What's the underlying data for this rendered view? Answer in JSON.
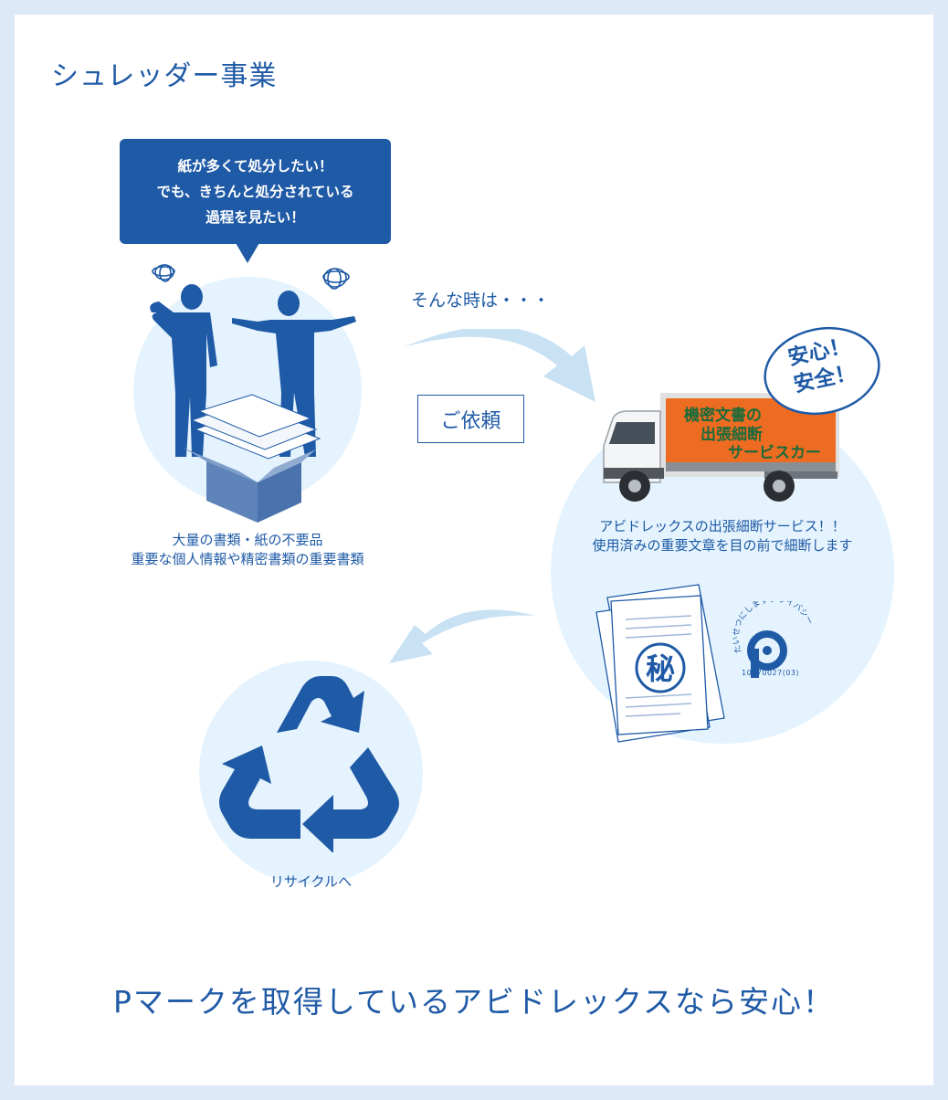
{
  "heading": "シュレッダー事業",
  "bubble": {
    "line1": "紙が多くて処分したい！",
    "line2": "でも、きちんと処分されている",
    "line3": "過程を見たい！"
  },
  "left_caption": {
    "line1": "大量の書類・紙の不要品",
    "line2": "重要な個人情報や精密書類の重要書類"
  },
  "flow": {
    "sonna": "そんな時は・・・",
    "irai_button": "ご依頼"
  },
  "truck": {
    "sign_line1": "機密文書の",
    "sign_line2": "出張細断",
    "sign_line3": "サービスカー"
  },
  "anshin_badge": {
    "line1": "安心！",
    "line2": "安全！"
  },
  "right_caption": {
    "line1": "アビドレックスの出張細断サービス！！",
    "line2": "使用済みの重要文章を目の前で細断します"
  },
  "secret_stamp": "秘",
  "pmark": {
    "arc_text": "たいせつにしますプライバシー",
    "number": "10870027(03)"
  },
  "recycle_caption": "リサイクルへ",
  "final_message": "Pマークを取得しているアビドレックスなら安心！",
  "colors": {
    "primary": "#1f5aa6",
    "circle": "#e4f3fd",
    "arrow": "#c8e1f3",
    "truck_orange": "#ee6b22",
    "background": "#dde9f6"
  }
}
